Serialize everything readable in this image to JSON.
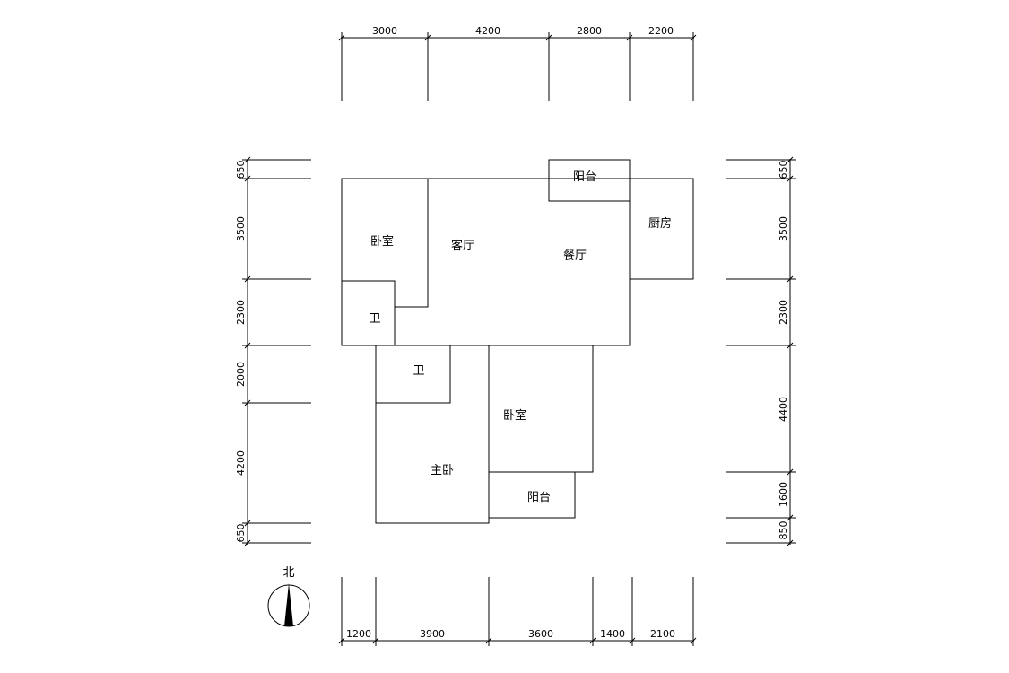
{
  "dimensions": {
    "top": [
      "3000",
      "4200",
      "2800",
      "2200"
    ],
    "bottom": [
      "1200",
      "3900",
      "3600",
      "1400",
      "2100"
    ],
    "left": [
      "650",
      "3500",
      "2300",
      "2000",
      "4200",
      "650"
    ],
    "right": [
      "650",
      "3500",
      "2300",
      "4400",
      "1600",
      "850"
    ]
  },
  "rooms": {
    "bedroom_nw": "卧室",
    "living_room": "客厅",
    "dining_room": "餐厅",
    "kitchen": "厨房",
    "balcony_north": "阳台",
    "bath_west": "卫",
    "bath_south": "卫",
    "bedroom_south": "卧室",
    "master_bedroom": "主卧",
    "balcony_south": "阳台"
  },
  "compass": {
    "label": "北"
  }
}
